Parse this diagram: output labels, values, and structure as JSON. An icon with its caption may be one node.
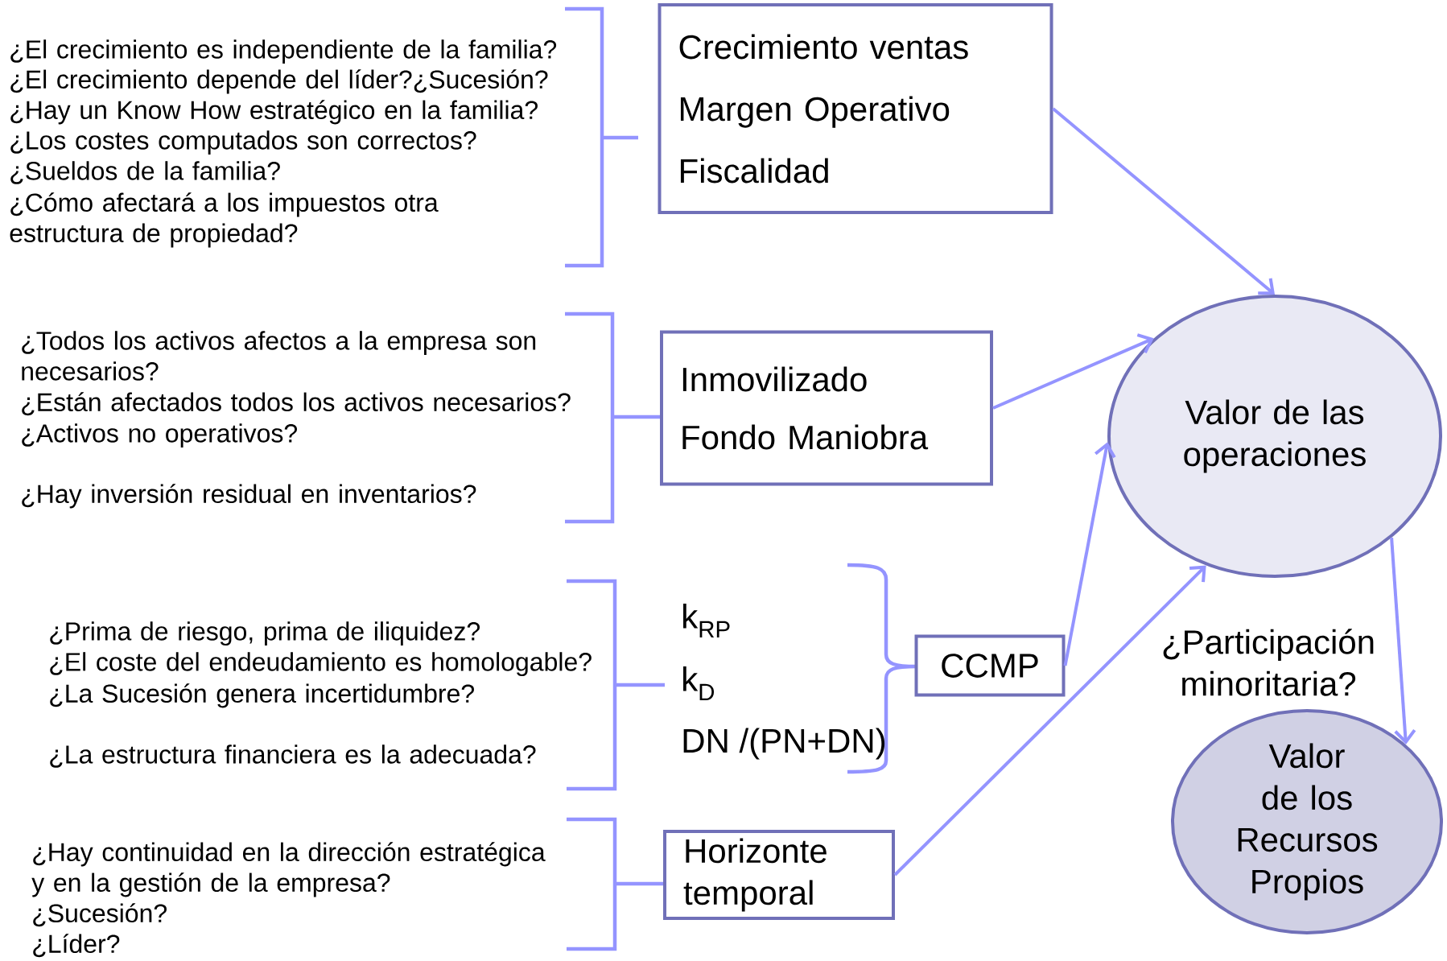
{
  "diagram": {
    "nodes": [
      {
        "text": [
          "Crecimiento ventas",
          "Margen Operativo",
          "Fiscalidad"
        ]
      },
      {
        "text": [
          "Inmovilizado",
          "Fondo Maniobra"
        ]
      },
      {
        "text": [
          "CCMP"
        ]
      },
      {
        "text": [
          "Horizonte temporal"
        ]
      },
      {
        "text": [
          "Valor de las operaciones"
        ]
      },
      {
        "text": [
          "Valor de los Recursos Propios"
        ]
      }
    ],
    "edges": [
      {
        "from": 0,
        "to": 4,
        "arrow": "to"
      },
      {
        "from": 1,
        "to": 4,
        "arrow": "to"
      },
      {
        "from": 2,
        "to": 4,
        "arrow": "to"
      },
      {
        "from": 3,
        "to": 4,
        "arrow": "to"
      },
      {
        "from": 4,
        "to": 5,
        "arrow": "to",
        "label": "¿Participación minoritaria?"
      }
    ],
    "labels": [
      "¿El crecimiento es independiente de la familia?",
      "¿El crecimiento depende del líder?¿Sucesión?",
      "¿Hay un Know How estratégico en la familia?",
      "¿Los costes computados son correctos?",
      "¿Sueldos de la familia?",
      "¿Cómo afectará a los impuestos otra estructura de propiedad?",
      "¿Todos los activos afectos a la empresa son necesarios?",
      "¿Están afectados todos los activos necesarios?",
      "¿Activos no operativos?",
      "¿Hay inversión residual en inventarios?",
      "¿Prima de riesgo, prima de iliquidez?",
      "¿El coste del endeudamiento es homologable?",
      "¿La Sucesión genera incertidumbre?",
      "¿La estructura financiera es la adecuada?",
      "¿Hay continuidad en la dirección estratégica y en la gestión de la empresa?",
      "¿Sucesión?",
      "¿Líder?",
      "k$_{RP}$",
      "k$_{D}$",
      "DN /(PN+DN)"
    ]
  }
}
